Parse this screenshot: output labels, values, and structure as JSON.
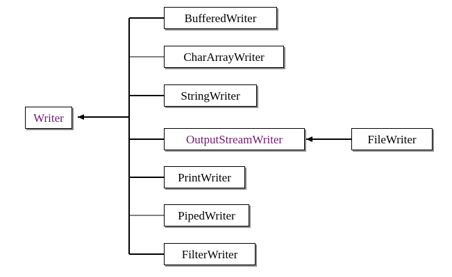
{
  "diagram": {
    "root": {
      "label": "Writer"
    },
    "subclasses": [
      {
        "label": "BufferedWriter"
      },
      {
        "label": "CharArrayWriter"
      },
      {
        "label": "StringWriter"
      },
      {
        "label": "OutputStreamWriter"
      },
      {
        "label": "PrintWriter"
      },
      {
        "label": "PipedWriter"
      },
      {
        "label": "FilterWriter"
      }
    ],
    "grandchild": {
      "label": "FileWriter",
      "parent": "OutputStreamWriter"
    },
    "colors": {
      "root_text": "#6e1a6e",
      "highlight_text": "#6e1a6e",
      "default_text": "#000000",
      "line": "#000000"
    }
  }
}
